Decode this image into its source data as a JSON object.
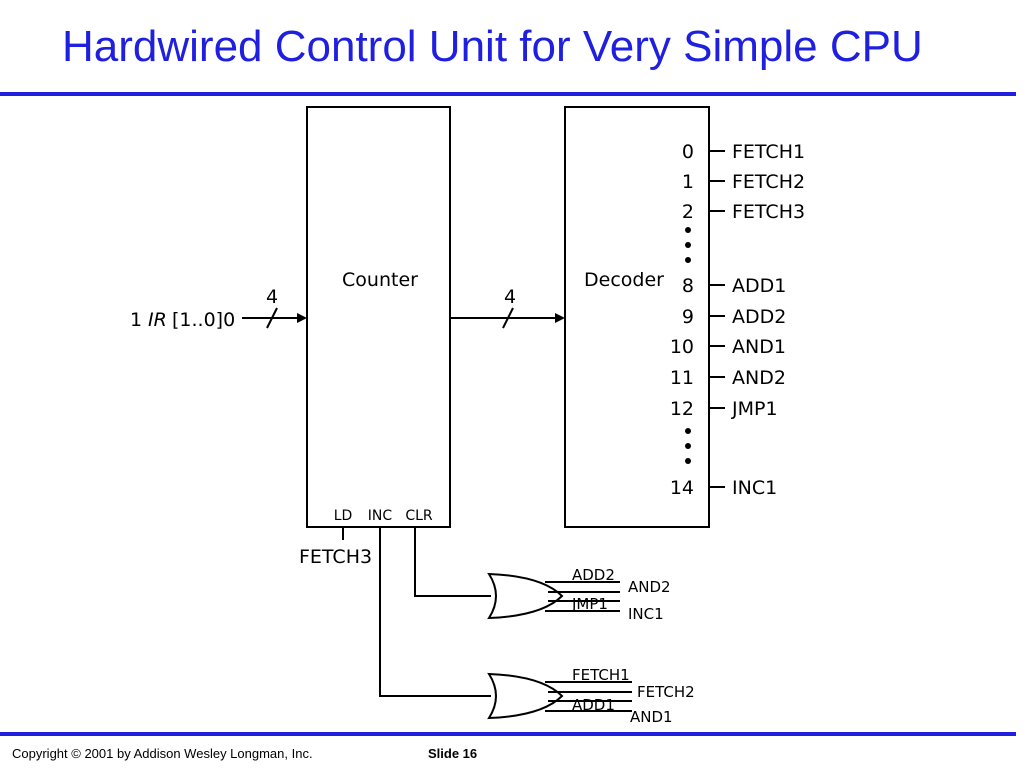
{
  "title": "Hardwired Control Unit for Very Simple CPU",
  "footer": {
    "copyright": "Copyright © 2001 by Addison Wesley Longman, Inc.",
    "slide": "Slide 16"
  },
  "diagram": {
    "counter": {
      "label": "Counter",
      "pins": [
        "LD",
        "INC",
        "CLR"
      ]
    },
    "decoder": {
      "label": "Decoder"
    },
    "input": {
      "prefix": "1",
      "ir": "IR",
      "bits": "[1..0]0",
      "bus_width": "4"
    },
    "mid_bus_width": "4",
    "ld_signal": "FETCH3",
    "outputs": [
      {
        "index": "0",
        "signal": "FETCH1"
      },
      {
        "index": "1",
        "signal": "FETCH2"
      },
      {
        "index": "2",
        "signal": "FETCH3"
      },
      {
        "index": "8",
        "signal": "ADD1"
      },
      {
        "index": "9",
        "signal": "ADD2"
      },
      {
        "index": "10",
        "signal": "AND1"
      },
      {
        "index": "11",
        "signal": "AND2"
      },
      {
        "index": "12",
        "signal": "JMP1"
      },
      {
        "index": "14",
        "signal": "INC1"
      }
    ],
    "gate_clr": {
      "inputs": [
        "ADD2",
        "AND2",
        "JMP1",
        "INC1"
      ]
    },
    "gate_inc": {
      "inputs": [
        "FETCH1",
        "FETCH2",
        "ADD1",
        "AND1"
      ]
    }
  }
}
